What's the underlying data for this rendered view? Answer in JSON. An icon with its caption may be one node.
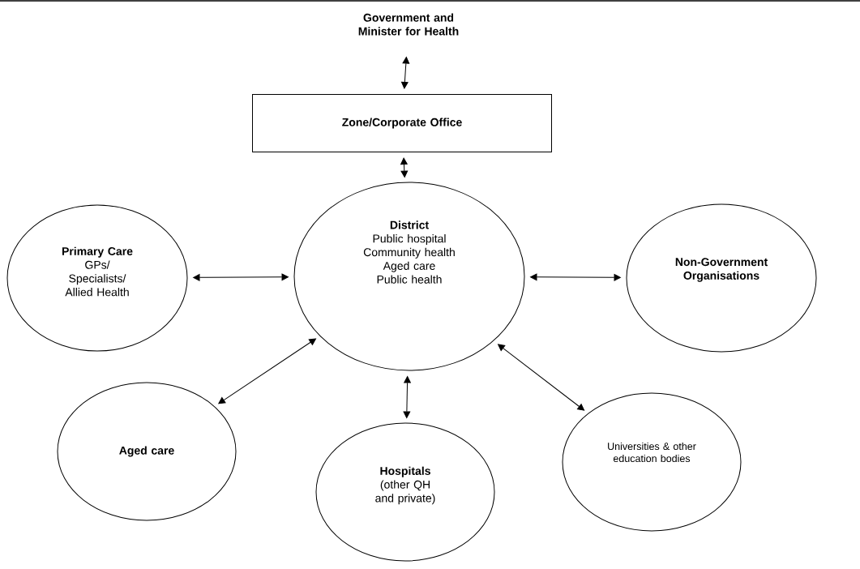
{
  "diagram": {
    "nodes": [
      {
        "text": [
          "Government and Minister for Health"
        ]
      },
      {
        "text": [
          "Zone/Corporate Office"
        ]
      },
      {
        "text": [
          "District",
          "Public hospital",
          "Community health",
          "Aged care",
          "Public health"
        ]
      },
      {
        "text": [
          "Primary Care",
          "GPs/ Specialists/ Allied Health"
        ]
      },
      {
        "text": [
          "Non-Government Organisations"
        ]
      },
      {
        "text": [
          "Aged care"
        ]
      },
      {
        "text": [
          "Hospitals",
          "(other QH and private)"
        ]
      },
      {
        "text": [
          "Universities & other education bodies"
        ]
      }
    ],
    "edges": [
      {
        "from": 0,
        "to": 1,
        "arrow": "both"
      },
      {
        "from": 1,
        "to": 2,
        "arrow": "both"
      },
      {
        "from": 3,
        "to": 2,
        "arrow": "both"
      },
      {
        "from": 2,
        "to": 4,
        "arrow": "both"
      },
      {
        "from": 5,
        "to": 2,
        "arrow": "both"
      },
      {
        "from": 2,
        "to": 6,
        "arrow": "both"
      },
      {
        "from": 2,
        "to": 7,
        "arrow": "both"
      }
    ]
  }
}
